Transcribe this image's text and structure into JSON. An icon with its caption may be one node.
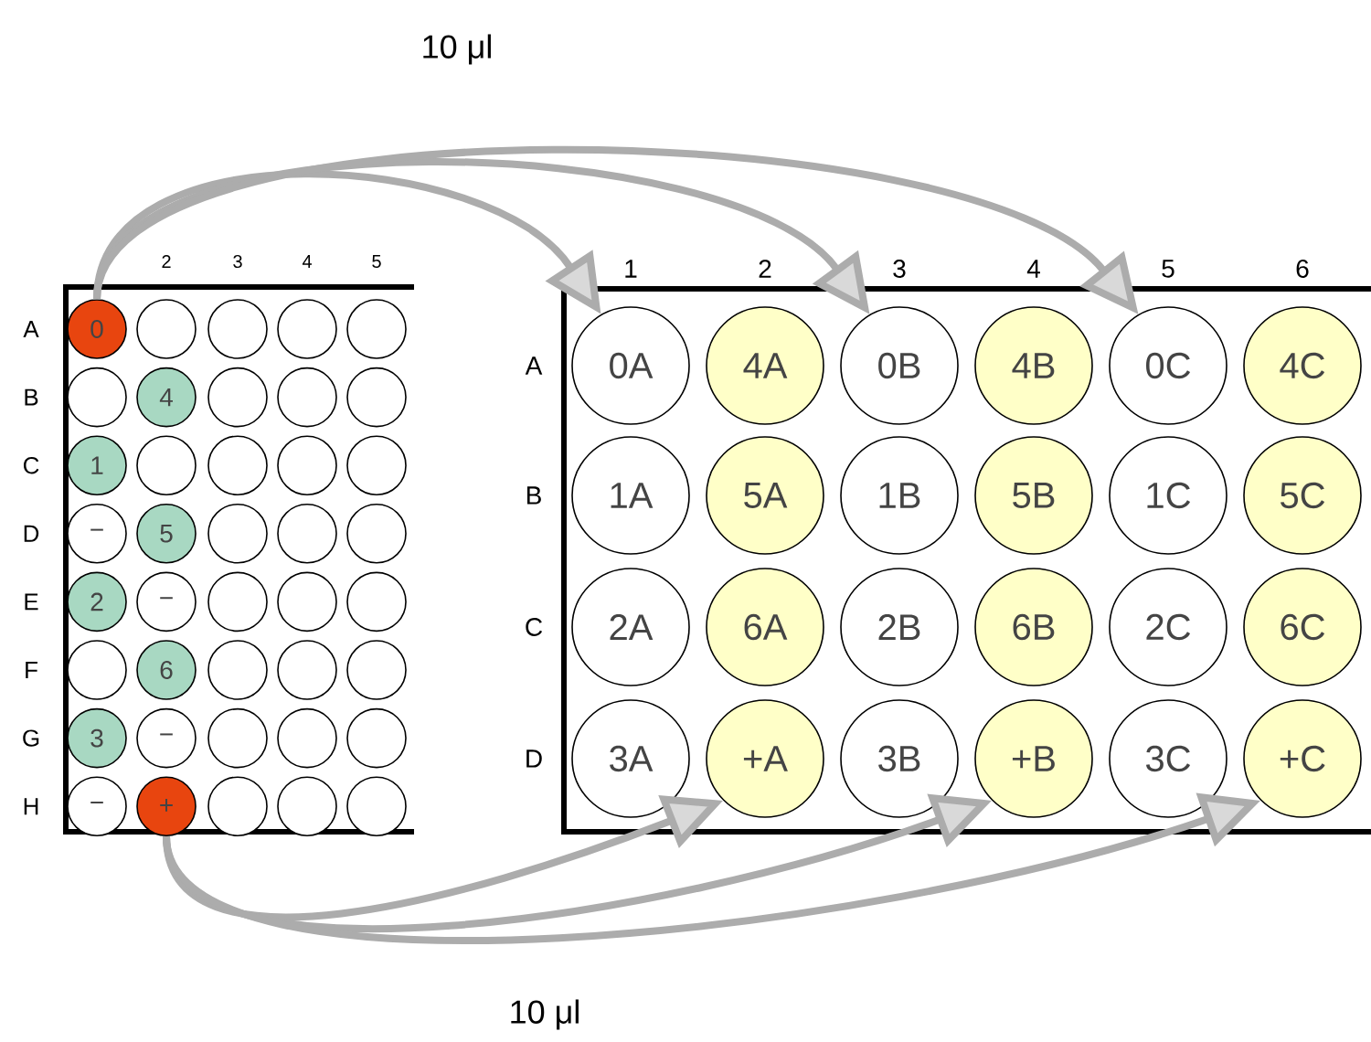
{
  "diagram": {
    "nodes": [
      {
        "text": [],
        "shape": "box"
      },
      {
        "text": [
          "0"
        ],
        "in": 0
      },
      {
        "text": [],
        "shape": "circle",
        "in": 0
      },
      {
        "text": [],
        "shape": "circle",
        "in": 0
      },
      {
        "text": [],
        "shape": "circle",
        "in": 0
      },
      {
        "text": [],
        "shape": "circle",
        "in": 0
      },
      {
        "text": [],
        "shape": "circle",
        "in": 0
      },
      {
        "text": [
          "4"
        ],
        "in": 0
      },
      {
        "text": [],
        "shape": "circle",
        "in": 0
      },
      {
        "text": [],
        "shape": "circle",
        "in": 0
      },
      {
        "text": [],
        "shape": "circle",
        "in": 0
      },
      {
        "text": [
          "1"
        ],
        "in": 0
      },
      {
        "text": [],
        "shape": "circle",
        "in": 0
      },
      {
        "text": [],
        "shape": "circle",
        "in": 0
      },
      {
        "text": [],
        "shape": "circle",
        "in": 0
      },
      {
        "text": [],
        "shape": "circle",
        "in": 0
      },
      {
        "text": [
          "−"
        ],
        "in": 0
      },
      {
        "text": [
          "5"
        ],
        "in": 0
      },
      {
        "text": [],
        "shape": "circle",
        "in": 0
      },
      {
        "text": [],
        "shape": "circle",
        "in": 0
      },
      {
        "text": [],
        "shape": "circle",
        "in": 0
      },
      {
        "text": [
          "2"
        ],
        "in": 0
      },
      {
        "text": [
          "−"
        ],
        "in": 0
      },
      {
        "text": [],
        "shape": "circle",
        "in": 0
      },
      {
        "text": [],
        "shape": "circle",
        "in": 0
      },
      {
        "text": [],
        "shape": "circle",
        "in": 0
      },
      {
        "text": [],
        "shape": "circle",
        "in": 0
      },
      {
        "text": [
          "6"
        ],
        "in": 0
      },
      {
        "text": [],
        "shape": "circle",
        "in": 0
      },
      {
        "text": [],
        "shape": "circle",
        "in": 0
      },
      {
        "text": [],
        "shape": "circle",
        "in": 0
      },
      {
        "text": [
          "3"
        ],
        "in": 0
      },
      {
        "text": [
          "−"
        ],
        "in": 0
      },
      {
        "text": [],
        "shape": "circle",
        "in": 0
      },
      {
        "text": [],
        "shape": "circle",
        "in": 0
      },
      {
        "text": [],
        "shape": "circle",
        "in": 0
      },
      {
        "text": [
          "−"
        ],
        "in": 0
      },
      {
        "text": [
          "+"
        ],
        "in": 0
      },
      {
        "text": [],
        "shape": "circle",
        "in": 0
      },
      {
        "text": [],
        "shape": "circle",
        "in": 0
      },
      {
        "text": [],
        "shape": "circle",
        "in": 0
      },
      {
        "text": [],
        "shape": "box"
      },
      {
        "text": [
          "0A"
        ],
        "in": 41
      },
      {
        "text": [
          "4A"
        ],
        "in": 41
      },
      {
        "text": [
          "0B"
        ],
        "in": 41
      },
      {
        "text": [
          "4B"
        ],
        "in": 41
      },
      {
        "text": [
          "0C"
        ],
        "in": 41
      },
      {
        "text": [
          "4C"
        ],
        "in": 41
      },
      {
        "text": [
          "1A"
        ],
        "in": 41
      },
      {
        "text": [
          "5A"
        ],
        "in": 41
      },
      {
        "text": [
          "1B"
        ],
        "in": 41
      },
      {
        "text": [
          "5B"
        ],
        "in": 41
      },
      {
        "text": [
          "1C"
        ],
        "in": 41
      },
      {
        "text": [
          "5C"
        ],
        "in": 41
      },
      {
        "text": [
          "2A"
        ],
        "in": 41
      },
      {
        "text": [
          "6A"
        ],
        "in": 41
      },
      {
        "text": [
          "2B"
        ],
        "in": 41
      },
      {
        "text": [
          "6B"
        ],
        "in": 41
      },
      {
        "text": [
          "2C"
        ],
        "in": 41
      },
      {
        "text": [
          "6C"
        ],
        "in": 41
      },
      {
        "text": [
          "3A"
        ],
        "in": 41
      },
      {
        "text": [
          "+A"
        ],
        "in": 41
      },
      {
        "text": [
          "3B"
        ],
        "in": 41
      },
      {
        "text": [
          "+B"
        ],
        "in": 41
      },
      {
        "text": [
          "3C"
        ],
        "in": 41
      },
      {
        "text": [
          "+C"
        ],
        "in": 41
      }
    ],
    "edges": [
      {
        "from": 1,
        "to": 42,
        "arrow": "to"
      },
      {
        "from": 1,
        "to": 44,
        "arrow": "to"
      },
      {
        "from": 1,
        "to": 46,
        "arrow": "to"
      },
      {
        "from": 37,
        "to": 61,
        "arrow": "to"
      },
      {
        "from": 37,
        "to": 63,
        "arrow": "to"
      },
      {
        "from": 37,
        "to": 65,
        "arrow": "to"
      }
    ],
    "labels": [
      "10 μl",
      "2",
      "3",
      "4",
      "5",
      "1",
      "2",
      "3",
      "4",
      "5",
      "6",
      "A",
      "B",
      "C",
      "D",
      "E",
      "F",
      "G",
      "H",
      "A",
      "B",
      "C",
      "D",
      "10 μl"
    ]
  }
}
